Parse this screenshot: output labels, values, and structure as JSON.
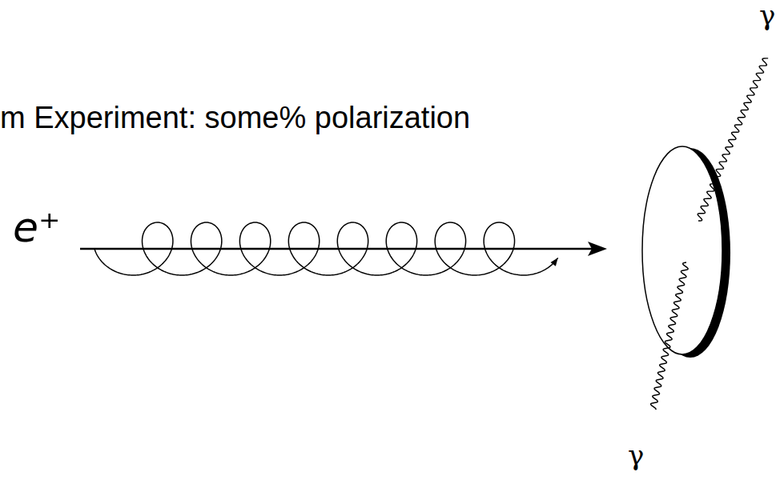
{
  "diagram": {
    "title": "m Experiment: some% polarization",
    "labels": [
      "e⁺",
      "γ",
      "γ"
    ]
  }
}
